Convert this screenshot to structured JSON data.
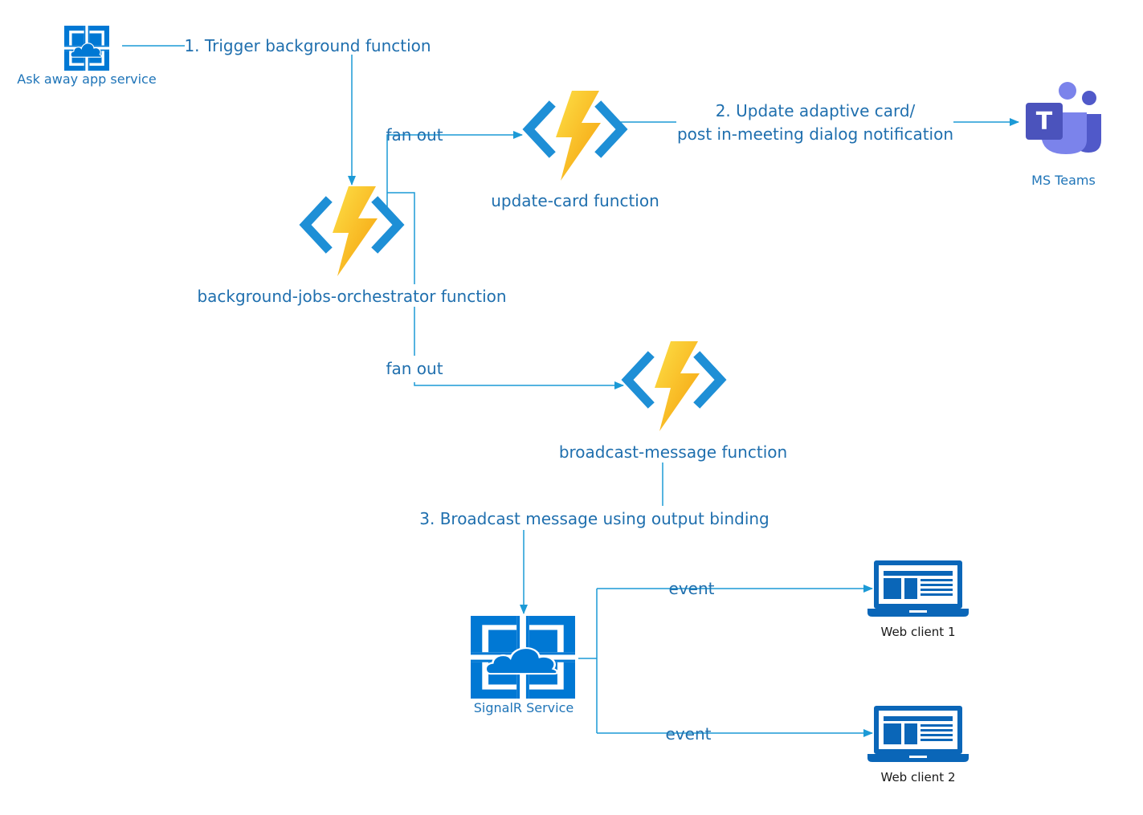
{
  "nodes": {
    "ask_away": {
      "label": "Ask away app service",
      "icon": "app-service-icon"
    },
    "orchestrator": {
      "label": "background-jobs-orchestrator function",
      "icon": "azure-function-icon"
    },
    "update_card": {
      "label": "update-card function",
      "icon": "azure-function-icon"
    },
    "broadcast": {
      "label": "broadcast-message function",
      "icon": "azure-function-icon"
    },
    "teams": {
      "label": "MS Teams",
      "icon": "ms-teams-icon"
    },
    "signalr": {
      "label": "SignalR Service",
      "icon": "app-service-icon"
    },
    "web_client_1": {
      "label": "Web client 1",
      "icon": "laptop-icon"
    },
    "web_client_2": {
      "label": "Web client 2",
      "icon": "laptop-icon"
    }
  },
  "edges": {
    "trigger": "1. Trigger background function",
    "fan_out_1": "fan out",
    "fan_out_2": "fan out",
    "update_line1": "2. Update adaptive card/",
    "update_line2": "post in-meeting dialog notification",
    "broadcast_msg": "3. Broadcast message using output binding",
    "event_1": "event",
    "event_2": "event"
  },
  "colors": {
    "azure_blue": "#0078d4",
    "line_blue": "#1c9ad6",
    "function_bracket": "#1e8fd6",
    "bolt_yellow": "#fcd116",
    "bolt_orange": "#f7a711",
    "teams_purple": "#5059c9"
  }
}
